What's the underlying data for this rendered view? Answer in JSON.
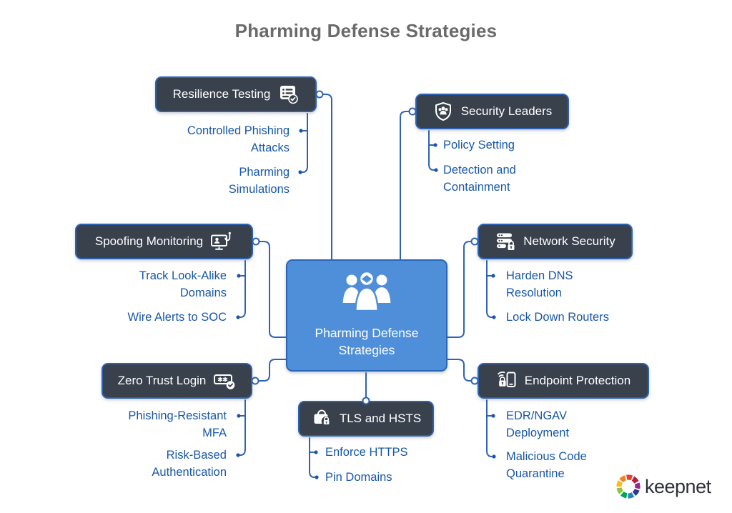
{
  "title": "Pharming Defense Strategies",
  "center": {
    "label": "Pharming Defense Strategies",
    "icon": "people-group-icon"
  },
  "branches": [
    {
      "id": "resilience-testing",
      "label": "Resilience Testing",
      "icon": "checklist-check-icon",
      "children": [
        "Controlled Phishing Attacks",
        "Pharming Simulations"
      ]
    },
    {
      "id": "security-leaders",
      "label": "Security Leaders",
      "icon": "shield-people-icon",
      "children": [
        "Policy Setting",
        "Detection and Containment"
      ]
    },
    {
      "id": "spoofing-monitoring",
      "label": "Spoofing Monitoring",
      "icon": "monitor-phishing-hook-icon",
      "children": [
        "Track Look-Alike Domains",
        "Wire Alerts to SOC"
      ]
    },
    {
      "id": "network-security",
      "label": "Network Security",
      "icon": "server-lock-icon",
      "children": [
        "Harden DNS Resolution",
        "Lock Down Routers"
      ]
    },
    {
      "id": "zero-trust-login",
      "label": "Zero Trust Login",
      "icon": "password-check-icon",
      "children": [
        "Phishing-Resistant MFA",
        "Risk-Based Authentication"
      ]
    },
    {
      "id": "endpoint-protection",
      "label": "Endpoint Protection",
      "icon": "device-lock-icon",
      "children": [
        "EDR/NGAV Deployment",
        "Malicious Code Quarantine"
      ]
    },
    {
      "id": "tls-and-hsts",
      "label": "TLS and HSTS",
      "icon": "browser-lock-icon",
      "children": [
        "Enforce HTTPS",
        "Pin Domains"
      ]
    }
  ],
  "logo": {
    "text": "keepnet"
  },
  "colors": {
    "line_blue": "#2e63b4",
    "subtopic_text_blue": "#1757a9",
    "node_background": "#39414d",
    "node_border_blue": "#2e62b2",
    "center_fill_blue": "#4f8fd9",
    "center_border_blue": "#2a66b8",
    "title_gray": "#6a6a6a"
  }
}
